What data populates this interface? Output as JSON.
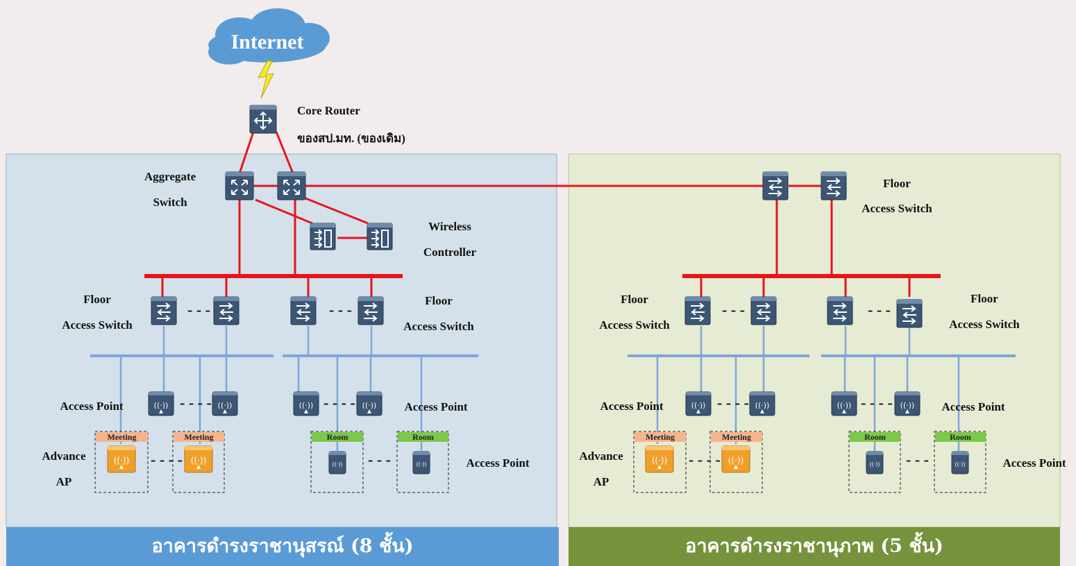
{
  "cloud": {
    "label": "Internet"
  },
  "core_router": {
    "line1": "Core Router",
    "line2": "ของสป.มท. (ของเดิม)"
  },
  "buildings": [
    {
      "title": "อาคารดำรงราชานุสรณ์ (8 ชั้น)",
      "aggregate_line1": "Aggregate",
      "aggregate_line2": "Switch",
      "wireless_line1": "Wireless",
      "wireless_line2": "Controller",
      "floor_left_1": "Floor",
      "floor_left_2": "Access Switch",
      "floor_right_1": "Floor",
      "floor_right_2": "Access Switch",
      "ap_left": "Access Point",
      "ap_right": "Access Point",
      "advance_1": "Advance",
      "advance_2": "AP",
      "room_ap": "Access Point",
      "tag_meeting": "Meeting",
      "tag_room": "Room"
    },
    {
      "title": "อาคารดำรงราชานุภาพ (5 ชั้น)",
      "top_switch_1": "Floor",
      "top_switch_2": "Access Switch",
      "floor_left_1": "Floor",
      "floor_left_2": "Access Switch",
      "floor_right_1": "Floor",
      "floor_right_2": "Access Switch",
      "ap_left": "Access Point",
      "ap_right": "Access Point",
      "advance_1": "Advance",
      "advance_2": "AP",
      "room_ap": "Access Point",
      "tag_meeting": "Meeting",
      "tag_room": "Room"
    }
  ],
  "colors": {
    "building1_bg": "#d4e1ea",
    "building2_bg": "#e6ebd4",
    "building1_footer": "#5b9bd5",
    "building2_footer": "#77923c",
    "link_red": "#e8141c",
    "link_blue": "#7ea6d8",
    "device": "#3c5674"
  }
}
